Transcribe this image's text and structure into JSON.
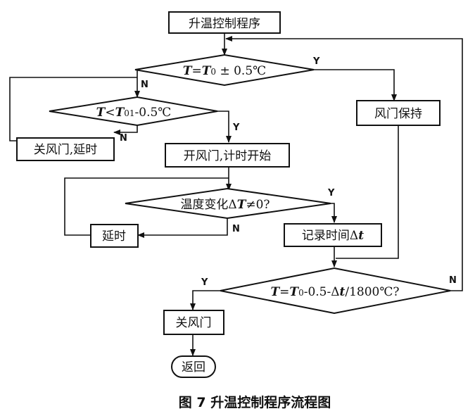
{
  "nodes": {
    "start": "升温控制程序",
    "cond1": "T=T0 ± 0.5℃",
    "cond1_T": "T",
    "cond1_eq": "=",
    "cond1_T0": "T",
    "cond1_0": "0",
    "cond1_rest": " ± 0.5℃",
    "fan_hold": "风门保持",
    "cond2_T": "T",
    "cond2_lt": "<",
    "cond2_T01": "T",
    "cond2_01": "01",
    "cond2_rest": "-0.5℃",
    "close_delay": "关风门,延时",
    "open_timer": "开风门,计时开始",
    "cond3_a": "温度变化Δ",
    "cond3_T": "T",
    "cond3_b": "≠0?",
    "delay": "延时",
    "record_a": "记录时间Δ",
    "record_t": "t",
    "cond4_T": "T",
    "cond4_eq": "=",
    "cond4_T0": "T",
    "cond4_0": "0",
    "cond4_b": "-0.5-Δ",
    "cond4_t": "t",
    "cond4_c": "/1800℃?",
    "close_fan": "关风门",
    "return": "返回"
  },
  "labels": {
    "c1_yes": "Y",
    "c1_no": "N",
    "c2_yes": "Y",
    "c2_no": "N",
    "c3_yes": "Y",
    "c3_no": "N",
    "c4_yes": "Y",
    "c4_no": "N"
  },
  "caption": "图 7  升温控制程序流程图"
}
